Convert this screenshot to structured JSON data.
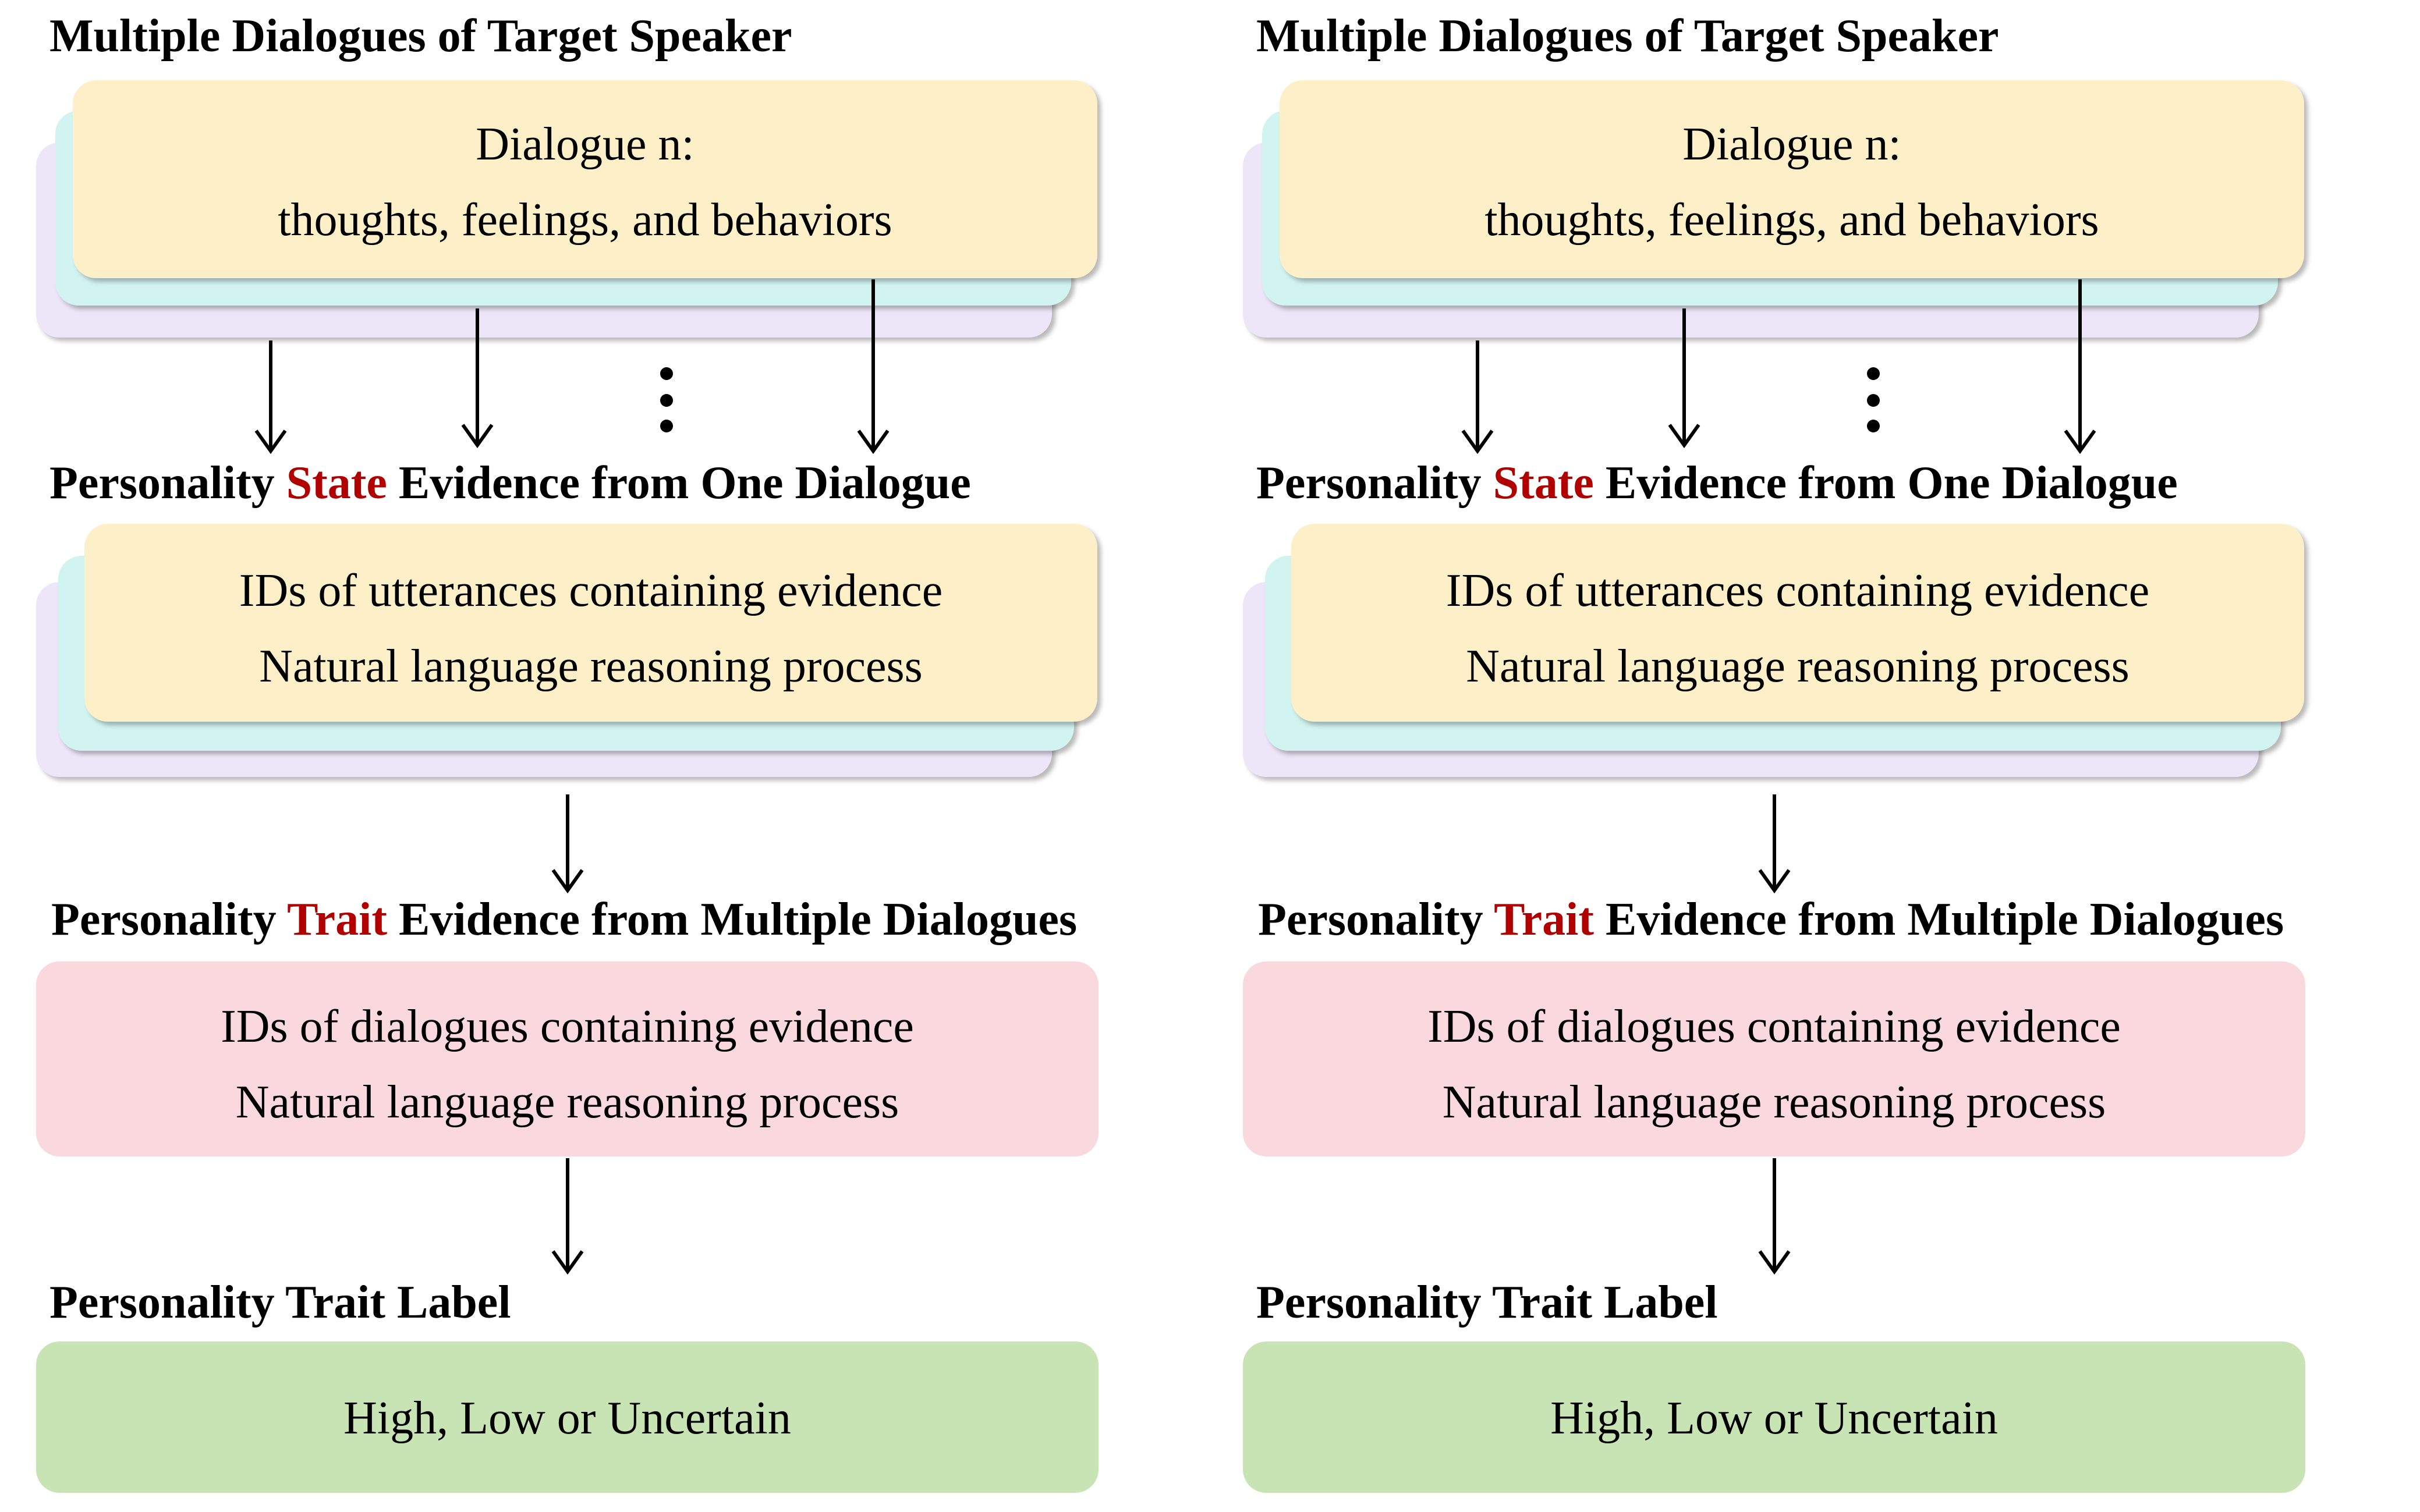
{
  "colors": {
    "yellow": "#fdf0c9",
    "cyan": "#d2f4f0",
    "lavender": "#ede6f8",
    "pink": "#f9d9de",
    "green": "#c9e4b4",
    "highlight": "#b00000"
  },
  "panels": [
    {
      "dialogues_heading": "Multiple Dialogues of  Target Speaker",
      "dialogue_line1": "Dialogue n:",
      "dialogue_line2": "thoughts, feelings, and behaviors",
      "state_heading_pre": "Personality ",
      "state_heading_hl": "State",
      "state_heading_post": " Evidence from One Dialogue",
      "state_line1": "IDs of utterances containing evidence",
      "state_line2": "Natural language reasoning process",
      "trait_heading_pre": "Personality ",
      "trait_heading_hl": "Trait",
      "trait_heading_post": " Evidence from Multiple Dialogues",
      "trait_line1": "IDs of dialogues containing evidence",
      "trait_line2": "Natural language reasoning process",
      "label_heading": "Personality Trait Label",
      "label_value": "High, Low or Uncertain"
    },
    {
      "dialogues_heading": "Multiple Dialogues of  Target Speaker",
      "dialogue_line1": "Dialogue n:",
      "dialogue_line2": "thoughts, feelings, and behaviors",
      "state_heading_pre": "Personality ",
      "state_heading_hl": "State",
      "state_heading_post": " Evidence from One Dialogue",
      "state_line1": "IDs of utterances containing evidence",
      "state_line2": "Natural language reasoning process",
      "trait_heading_pre": "Personality ",
      "trait_heading_hl": "Trait",
      "trait_heading_post": " Evidence from Multiple Dialogues",
      "trait_line1": "IDs of dialogues containing evidence",
      "trait_line2": "Natural language reasoning process",
      "label_heading": "Personality Trait Label",
      "label_value": "High, Low or Uncertain"
    }
  ]
}
